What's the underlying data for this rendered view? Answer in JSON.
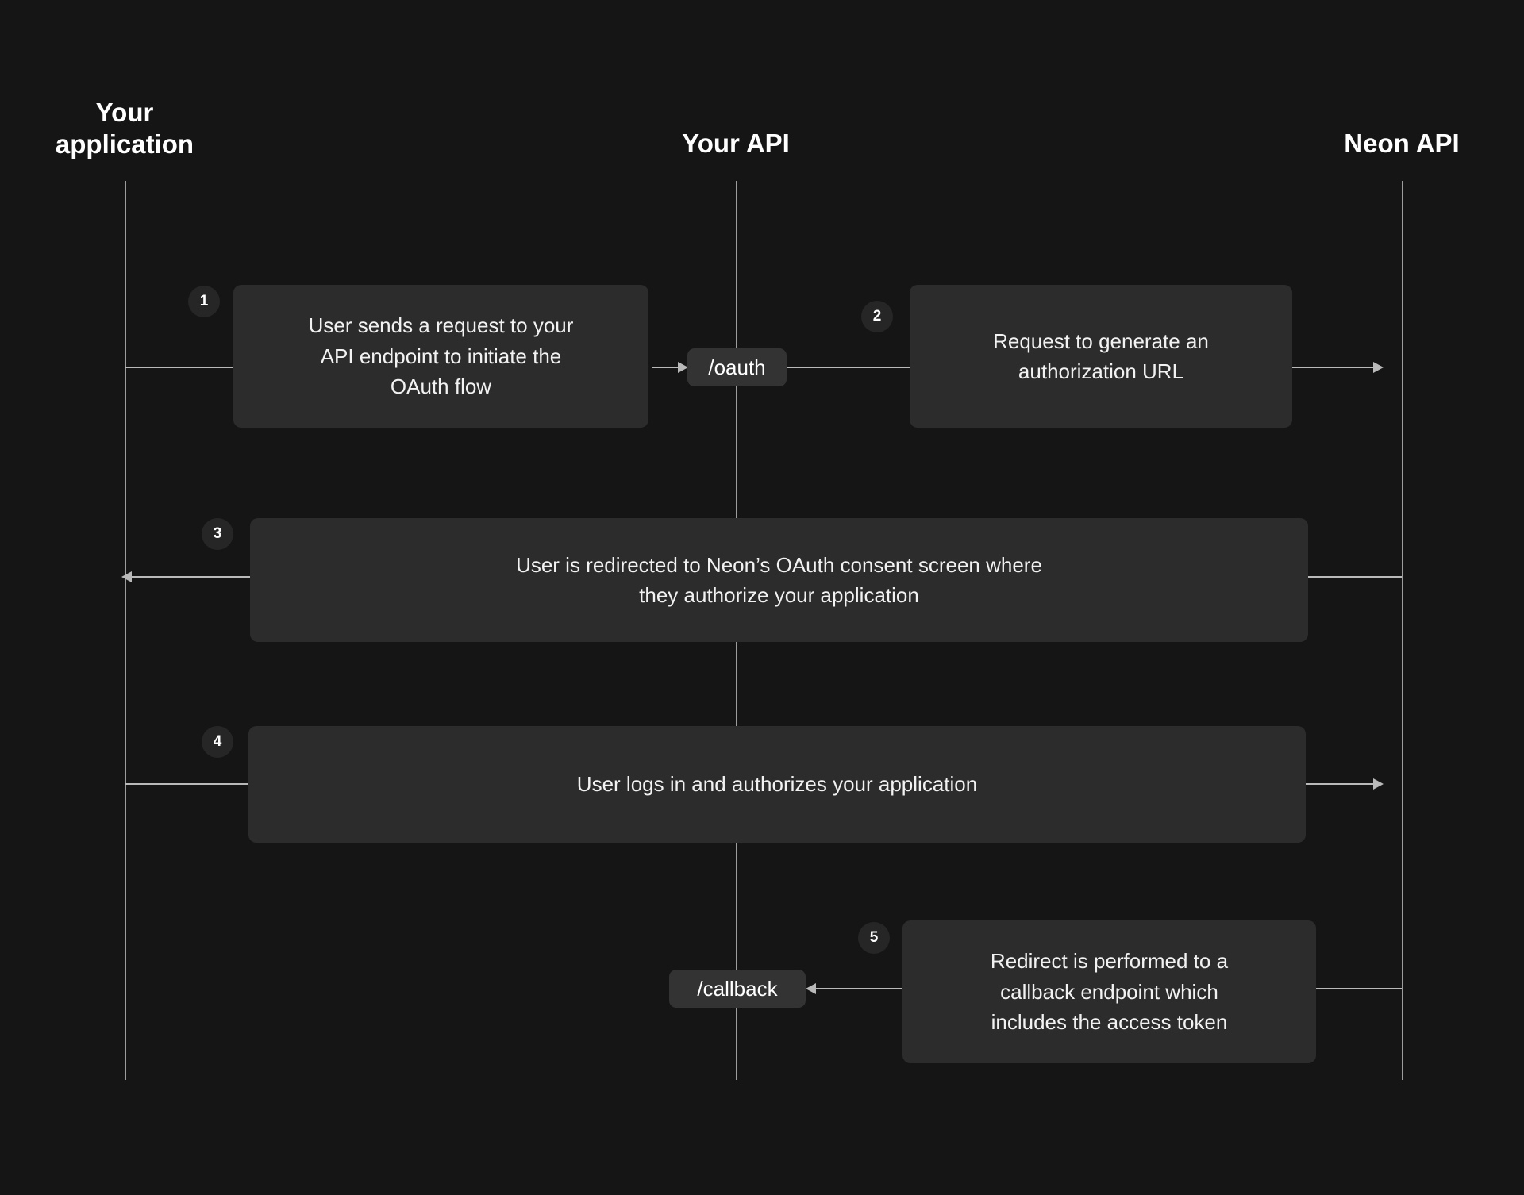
{
  "diagram": {
    "title": "Neon OAuth flow sequence diagram",
    "background_color": "#151515",
    "box_color": "#2c2c2c",
    "line_color": "#b9b9b9",
    "text_color": "#f2f2f2"
  },
  "columns": [
    {
      "id": "application",
      "label": "Your\napplication"
    },
    {
      "id": "your_api",
      "label": "Your API"
    },
    {
      "id": "neon_api",
      "label": "Neon API"
    }
  ],
  "steps": [
    {
      "number": "1",
      "text": "User sends a request to your\nAPI endpoint to initiate the\nOAuth flow",
      "from": "application",
      "to": "your_api"
    },
    {
      "number": "2",
      "text": "Request to generate an\nauthorization URL",
      "from": "your_api",
      "to": "neon_api"
    },
    {
      "number": "3",
      "text": "User is redirected to Neon’s OAuth consent screen where\nthey authorize your application",
      "from": "neon_api",
      "to": "application"
    },
    {
      "number": "4",
      "text": "User logs in and authorizes your application",
      "from": "application",
      "to": "neon_api"
    },
    {
      "number": "5",
      "text": "Redirect is performed to a\ncallback endpoint which\nincludes the access token",
      "from": "neon_api",
      "to": "your_api"
    }
  ],
  "endpoints": [
    {
      "id": "oauth",
      "label": "/oauth"
    },
    {
      "id": "callback",
      "label": "/callback"
    }
  ]
}
